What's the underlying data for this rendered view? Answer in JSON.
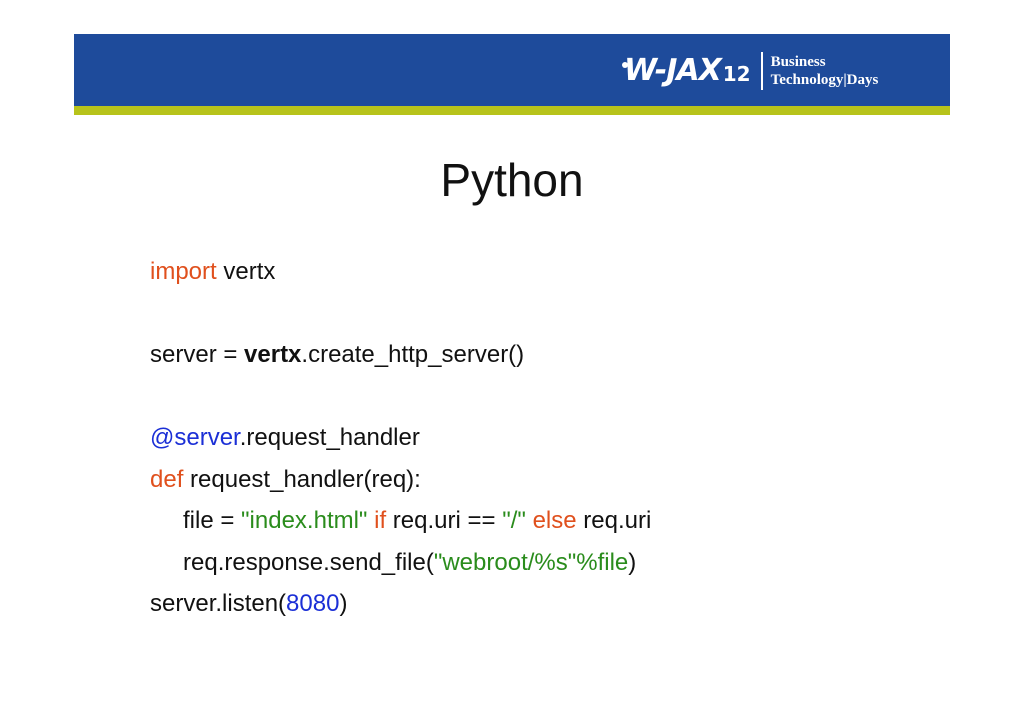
{
  "header": {
    "logo_brand": "W-JAX",
    "logo_number": "12",
    "logo_line1": "Business",
    "logo_line2": "Technology|Days"
  },
  "slide": {
    "title": "Python"
  },
  "code": {
    "l1": {
      "kw": "import",
      "rest": " vertx"
    },
    "l3": {
      "a": "server = ",
      "b": "vertx",
      "c": ".create_http_server()"
    },
    "l5": {
      "deco": "@server",
      "rest": ".request_handler"
    },
    "l6": {
      "kw": "def",
      "rest": " request_handler(req):"
    },
    "l7": {
      "a": "file = ",
      "s1": "\"index.html\"",
      "sp1": " ",
      "k1": "if",
      "b": " req.uri == ",
      "s2": "\"/\"",
      "sp2": " ",
      "k2": "else",
      "c": " req.uri"
    },
    "l8": {
      "a": "req.response.send_file(",
      "s": "\"webroot/%s\"%file",
      "c": ")"
    },
    "l9": {
      "a": "server.listen(",
      "n": "8080",
      "c": ")"
    }
  },
  "colors": {
    "banner": "#1e4b9b",
    "stripe": "#b7c31b",
    "keyword": "#e0501d",
    "string": "#2a8c1c",
    "number": "#1b2fd6"
  }
}
